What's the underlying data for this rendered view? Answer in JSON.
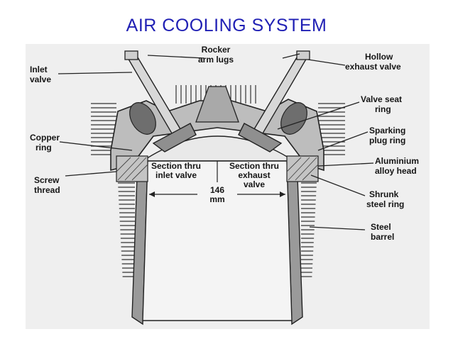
{
  "title": "AIR COOLING SYSTEM",
  "diagram": {
    "labels": {
      "rocker_1": "Rocker",
      "rocker_2": "arm lugs",
      "inlet_valve_1": "Inlet",
      "inlet_valve_2": "valve",
      "hollow_exhaust_1": "Hollow",
      "hollow_exhaust_2": "exhaust valve",
      "valve_seat_1": "Valve seat",
      "valve_seat_2": "ring",
      "copper_ring_1": "Copper",
      "copper_ring_2": "ring",
      "sparking_plug_1": "Sparking",
      "sparking_plug_2": "plug ring",
      "aluminium_head_1": "Aluminium",
      "aluminium_head_2": "alloy head",
      "screw_thread_1": "Screw",
      "screw_thread_2": "thread",
      "section_inlet_1": "Section thru",
      "section_inlet_2": "inlet valve",
      "section_exhaust_1": "Section thru",
      "section_exhaust_2": "exhaust",
      "section_exhaust_3": "valve",
      "bore_value": "146",
      "bore_unit": "mm",
      "shrunk_ring_1": "Shrunk",
      "shrunk_ring_2": "steel ring",
      "steel_barrel_1": "Steel",
      "steel_barrel_2": "barrel"
    }
  }
}
